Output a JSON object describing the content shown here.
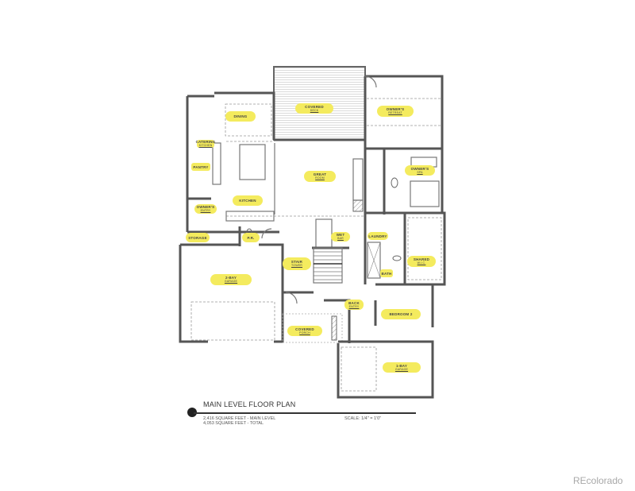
{
  "plan": {
    "title": "MAIN LEVEL FLOOR PLAN",
    "area_main": "2,416 SQUARE FEET - MAIN LEVEL",
    "area_total": "4,053 SQUARE FEET - TOTAL",
    "scale": "SCALE: 1/4\" = 1'0\"",
    "highlight_color": "#f4eb5e",
    "rooms": [
      {
        "id": "covered-deck",
        "label": "COVERED",
        "sub": "DECK"
      },
      {
        "id": "owners-retreat",
        "label": "OWNER'S",
        "sub": "RETREAT"
      },
      {
        "id": "dining",
        "label": "DINING",
        "sub": ""
      },
      {
        "id": "catering-kitchen",
        "label": "CATERING",
        "sub": "KITCHEN"
      },
      {
        "id": "pantry",
        "label": "PANTRY",
        "sub": ""
      },
      {
        "id": "great-room",
        "label": "GREAT",
        "sub": "ROOM"
      },
      {
        "id": "owners-spa",
        "label": "OWNER'S",
        "sub": "SPA"
      },
      {
        "id": "kitchen",
        "label": "KITCHEN",
        "sub": ""
      },
      {
        "id": "owners-entry",
        "label": "OWNER'S",
        "sub": "ENTRY"
      },
      {
        "id": "storage",
        "label": "STORAGE",
        "sub": ""
      },
      {
        "id": "powder",
        "label": "P.R.",
        "sub": ""
      },
      {
        "id": "wet-bar",
        "label": "WET",
        "sub": "BAR"
      },
      {
        "id": "laundry",
        "label": "LAUNDRY",
        "sub": ""
      },
      {
        "id": "shared-wic",
        "label": "SHARED",
        "sub": "W.I.C."
      },
      {
        "id": "stair-tower",
        "label": "STAIR",
        "sub": "TOWER"
      },
      {
        "id": "two-bay-garage",
        "label": "2-BAY",
        "sub": "GARAGE"
      },
      {
        "id": "bath",
        "label": "BATH",
        "sub": ""
      },
      {
        "id": "back-entry",
        "label": "BACK",
        "sub": "ENTRY"
      },
      {
        "id": "bedroom-2",
        "label": "BEDROOM 2",
        "sub": ""
      },
      {
        "id": "covered-porch",
        "label": "COVERED",
        "sub": "PORCH"
      },
      {
        "id": "one-bay-garage",
        "label": "1-BAY",
        "sub": "GARAGE"
      }
    ]
  },
  "watermark": "REcolorado"
}
